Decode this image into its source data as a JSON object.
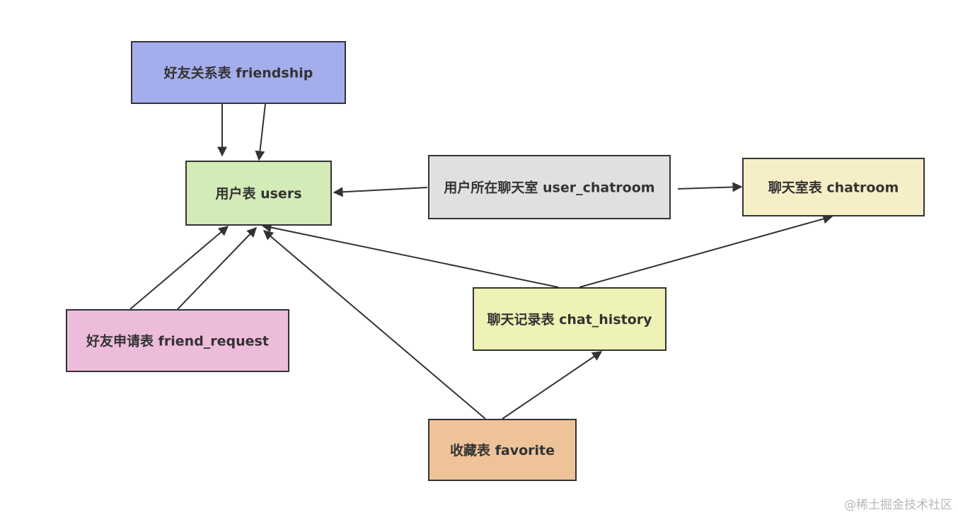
{
  "diagram": {
    "nodes": [
      {
        "id": "friendship",
        "label": "好友关系表 friendship",
        "fill": "#a5aeed"
      },
      {
        "id": "users",
        "label": "用户表 users",
        "fill": "#d3ebb6"
      },
      {
        "id": "user_chatroom",
        "label": "用户所在聊天室 user_chatroom",
        "fill": "#e0e0e0"
      },
      {
        "id": "chatroom",
        "label": "聊天室表 chatroom",
        "fill": "#f6eec6"
      },
      {
        "id": "friend_request",
        "label": "好友申请表 friend_request",
        "fill": "#eebcdb"
      },
      {
        "id": "chat_history",
        "label": "聊天记录表 chat_history",
        "fill": "#eef2b6"
      },
      {
        "id": "favorite",
        "label": "收藏表 favorite",
        "fill": "#eec39a"
      }
    ],
    "edges": [
      {
        "from": "friendship",
        "to": "users"
      },
      {
        "from": "friendship",
        "to": "users"
      },
      {
        "from": "user_chatroom",
        "to": "users"
      },
      {
        "from": "user_chatroom",
        "to": "chatroom"
      },
      {
        "from": "friend_request",
        "to": "users"
      },
      {
        "from": "friend_request",
        "to": "users"
      },
      {
        "from": "chat_history",
        "to": "users"
      },
      {
        "from": "chat_history",
        "to": "chatroom"
      },
      {
        "from": "favorite",
        "to": "users"
      },
      {
        "from": "favorite",
        "to": "chat_history"
      }
    ],
    "edge_color": "#333333"
  },
  "watermark": "@稀土掘金技术社区"
}
